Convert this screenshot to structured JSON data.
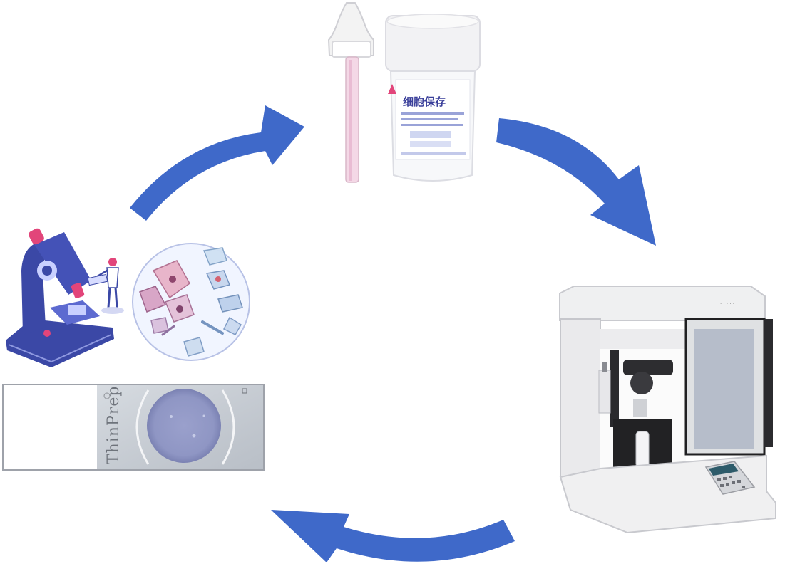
{
  "colors": {
    "arrow": "#3f69c9",
    "background": "#ffffff",
    "microscope_body": "#3b48a6",
    "microscope_accent": "#e2457a",
    "vial_label_text": "#3a3f9a",
    "slide_frosted": "#c9cfd6",
    "cell_sample": "#8f96c4"
  },
  "steps": [
    {
      "name": "sample-collection",
      "icon": "vial-and-brush-icon"
    },
    {
      "name": "liquid-based-processor",
      "icon": "processor-machine-icon"
    },
    {
      "name": "prepared-slide",
      "icon": "microscope-slide-icon"
    },
    {
      "name": "microscope-diagnosis",
      "icon": "microscope-icon"
    }
  ],
  "vial": {
    "label": "细胞保存"
  },
  "slide": {
    "brand": "ThinPrep"
  }
}
